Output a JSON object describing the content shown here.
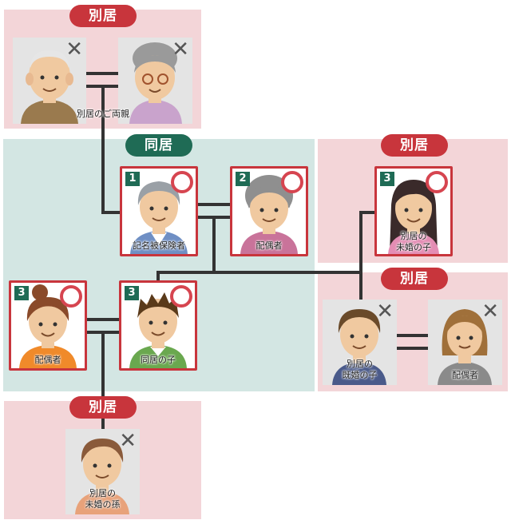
{
  "colors": {
    "separate_bg": "#f3d5d8",
    "together_bg": "#d3e6e3",
    "separate_pill": "#c8353c",
    "together_pill": "#1f6b55",
    "line": "#333333"
  },
  "zones": {
    "parents": {
      "badge": "別居"
    },
    "household": {
      "badge": "同居"
    },
    "unmarried_child": {
      "badge": "別居"
    },
    "married_child": {
      "badge": "別居"
    },
    "grandchild": {
      "badge": "別居"
    }
  },
  "people": {
    "grandfather": {
      "label": "",
      "covered": false
    },
    "grandmother": {
      "label": "",
      "covered": false
    },
    "parents_label": "別居のご両親",
    "insured": {
      "number": "1",
      "label": "記名被保険者",
      "covered": true
    },
    "spouse": {
      "number": "2",
      "label": "配偶者",
      "covered": true
    },
    "separate_daughter": {
      "number": "3",
      "label_line1": "別居の",
      "label_line2": "未婚の子",
      "covered": true
    },
    "daughter_in_law": {
      "number": "3",
      "label": "配偶者",
      "covered": true
    },
    "live_in_son": {
      "number": "3",
      "label": "同居の子",
      "covered": true
    },
    "married_son": {
      "label_line1": "別居の",
      "label_line2": "既婚の子",
      "covered": false
    },
    "married_son_spouse": {
      "label": "配偶者",
      "covered": false
    },
    "grandchild": {
      "label_line1": "別居の",
      "label_line2": "未婚の孫",
      "covered": false
    }
  },
  "symbols": {
    "not_covered": "✕"
  }
}
